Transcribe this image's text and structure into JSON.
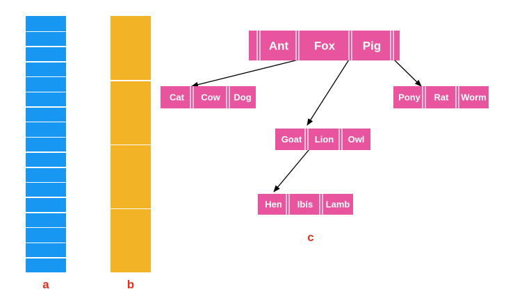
{
  "labels": {
    "a": "a",
    "b": "b",
    "c": "c"
  },
  "colors": {
    "stack_a": "#1797f2",
    "stack_b": "#f2b426",
    "node": "#e8559e",
    "divider": "#ffffff",
    "label": "#e0301e",
    "edge": "#000000"
  },
  "stack_a": {
    "segments": 17
  },
  "stack_b": {
    "segments": 4
  },
  "tree": {
    "root": {
      "keys": [
        "Ant",
        "Fox",
        "Pig"
      ]
    },
    "left": {
      "keys": [
        "Cat",
        "Cow",
        "Dog"
      ]
    },
    "middle": {
      "keys": [
        "Goat",
        "Lion",
        "Owl"
      ]
    },
    "right": {
      "keys": [
        "Pony",
        "Rat",
        "Worm"
      ]
    },
    "bottom": {
      "keys": [
        "Hen",
        "Ibis",
        "Lamb"
      ]
    },
    "edges": [
      {
        "from": "root",
        "to": "left"
      },
      {
        "from": "root",
        "to": "middle"
      },
      {
        "from": "root",
        "to": "right"
      },
      {
        "from": "middle",
        "to": "bottom"
      }
    ]
  }
}
